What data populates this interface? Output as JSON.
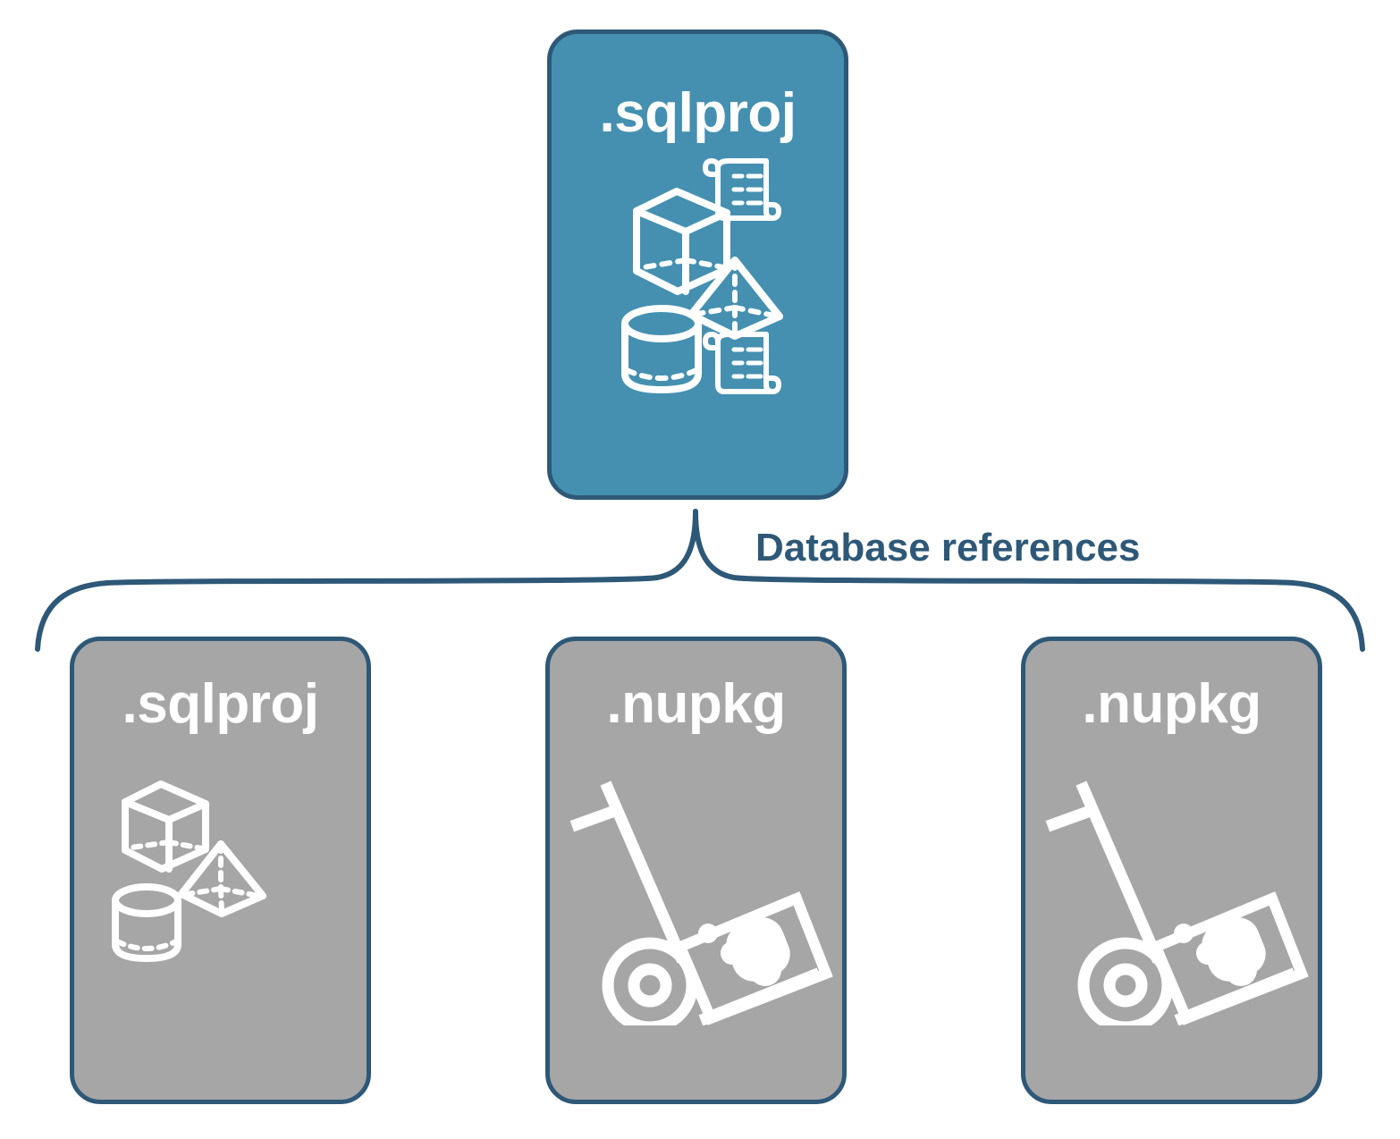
{
  "diagram": {
    "title_text": "Database references",
    "colors": {
      "primary_fill": "#4590b0",
      "secondary_fill": "#a6a6a6",
      "border": "#2e5877",
      "label": "#2e5877",
      "icon": "#ffffff",
      "background": "#ffffff"
    }
  },
  "root_node": {
    "label": ".sqlproj",
    "kind": "sqlproj",
    "icons": [
      "cube-icon",
      "script-scroll-icon",
      "pyramid-icon",
      "cylinder-icon",
      "script-scroll-icon"
    ]
  },
  "connector": {
    "label": "Database references",
    "type": "curly-brace"
  },
  "reference_nodes": [
    {
      "label": ".sqlproj",
      "kind": "sqlproj",
      "icons": [
        "cube-icon",
        "pyramid-icon",
        "cylinder-icon"
      ]
    },
    {
      "label": ".nupkg",
      "kind": "nupkg",
      "icons": [
        "hand-truck-package-icon"
      ]
    },
    {
      "label": ".nupkg",
      "kind": "nupkg",
      "icons": [
        "hand-truck-package-icon"
      ]
    }
  ]
}
